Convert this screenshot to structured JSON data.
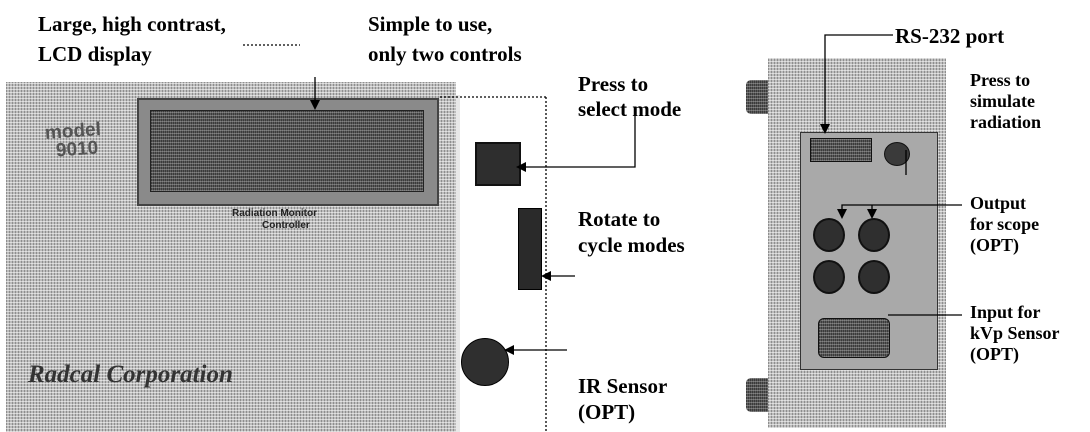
{
  "callouts": {
    "lcd_line1": "Large, high contrast,",
    "lcd_line2": "LCD display",
    "controls_line1": "Simple to use,",
    "controls_line2": "only two controls",
    "select_line1": "Press to",
    "select_line2": "select mode",
    "rotate_line1": "Rotate to",
    "rotate_line2": "cycle modes",
    "ir_line1": "IR Sensor",
    "ir_line2": "(OPT)",
    "rs232": "RS-232 port",
    "simulate_line1": "Press to",
    "simulate_line2": "simulate",
    "simulate_line3": "radiation",
    "output_line1": "Output",
    "output_line2": "for scope",
    "output_line3": "(OPT)",
    "input_line1": "Input for",
    "input_line2": "kVp Sensor",
    "input_line3": "(OPT)"
  },
  "device": {
    "model_line1": "model",
    "model_line2": "9010",
    "panel_line1": "Radiation Monitor",
    "panel_line2": "Controller",
    "company": "Radcal Corporation"
  },
  "icons": [
    "mode-button-icon",
    "rotary-knob-icon",
    "ir-sensor-icon",
    "bnc-connector-icon",
    "rs232-port-icon"
  ]
}
